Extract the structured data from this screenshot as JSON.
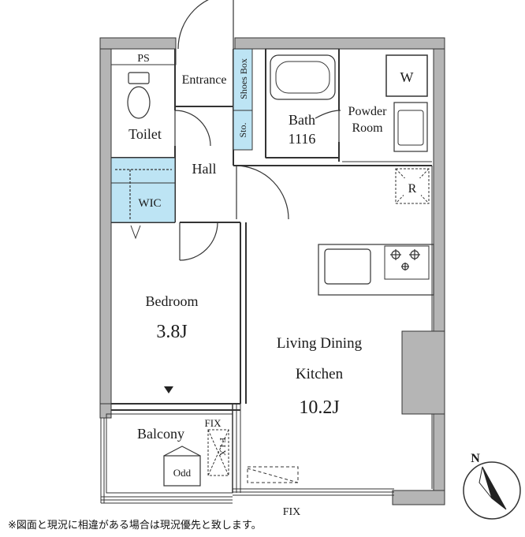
{
  "rooms": {
    "ps": "PS",
    "entrance": "Entrance",
    "shoes_box": "Shoes Box",
    "storage": "Sto.",
    "toilet": "Toilet",
    "hall": "Hall",
    "wic": "WIC",
    "bath": "Bath",
    "bath_size": "1116",
    "powder_room_line1": "Powder",
    "powder_room_line2": "Room",
    "washer": "W",
    "fridge": "R",
    "bedroom": "Bedroom",
    "bedroom_size": "3.8J",
    "ldk_line1": "Living Dining",
    "ldk_line2": "Kitchen",
    "ldk_size": "10.2J",
    "balcony": "Balcony",
    "outdoor_unit": "Odd",
    "fix_window_balcony": "FIX",
    "fix_window_vertical": "F I X",
    "fix_window_bottom": "FIX"
  },
  "compass": {
    "north_label": "N"
  },
  "footnote": "※図面と現況に相違がある場合は現況優先と致します。",
  "colors": {
    "wall": "#b5b5b5",
    "wall_stroke": "#333333",
    "line": "#333333",
    "storage_fill": "#bde4f4",
    "background": "#ffffff"
  }
}
